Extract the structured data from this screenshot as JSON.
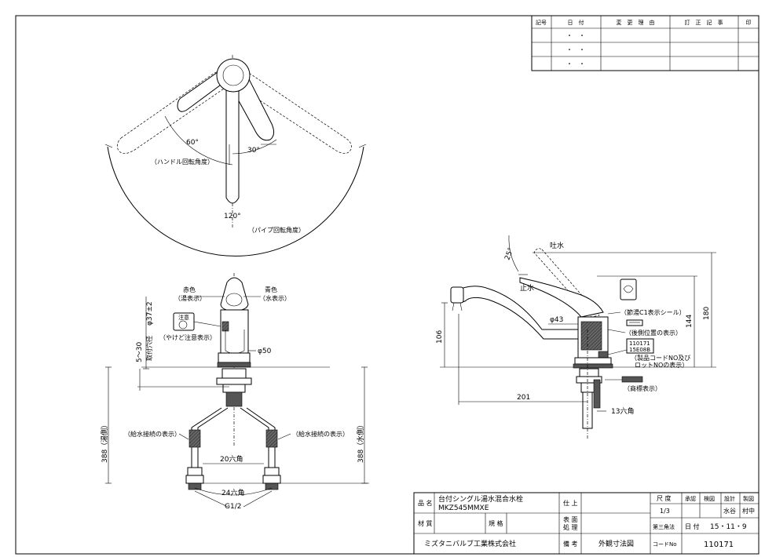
{
  "revision_table": {
    "headers": [
      "記号",
      "日　付",
      "変　更　理　由",
      "訂　正　記　事",
      "印"
    ],
    "rows": [
      [
        "",
        "・　・",
        "",
        "",
        ""
      ],
      [
        "",
        "・　・",
        "",
        "",
        ""
      ],
      [
        "",
        "・　・",
        "",
        "",
        ""
      ]
    ]
  },
  "top_view": {
    "angle_60": "60°",
    "angle_30": "30°",
    "angle_120": "120°",
    "handle_note": "（ハンドル回転角度）",
    "pipe_note": "（パイプ回転角度）"
  },
  "front_view": {
    "red_label": "赤色",
    "red_sub": "（湯表示）",
    "blue_label": "青色",
    "blue_sub": "（水表示）",
    "burn_badge": "注意",
    "burn_note": "（やけど注意表示）",
    "dim_d37": "φ37±2",
    "dim_5_30": "5～30",
    "dim_mount": "取付穴径",
    "dim_d50": "φ50",
    "dim_388_hot": "388（湯側）",
    "dim_388_cold": "388（水側）",
    "supply_left": "（給水接続の表示）",
    "supply_right": "（給水接続の表示）",
    "dim_20hex": "20六角",
    "dim_24hex": "24六角",
    "dim_g12": "G1/2"
  },
  "side_view": {
    "spout_label": "吐水",
    "stop_label": "止水",
    "angle_25": "25°",
    "dim_d43": "φ43",
    "dim_106": "106",
    "dim_144": "144",
    "dim_180": "180",
    "dim_201": "201",
    "dim_13hex": "13六角",
    "seal_note": "（節湯C1表示シール）",
    "rear_note": "（後側位置の表示）",
    "code_box_1": "110171",
    "code_box_2": "15E08B",
    "code_note_1": "（製品コードNO及び",
    "code_note_2": "ロットNOの表示）",
    "trademark_note": "（商標表示）"
  },
  "title_block": {
    "name_label": "品 名",
    "name_value_1": "台付シングル湯水混合水栓",
    "name_value_2": "MKZ545MMXE",
    "shiage_label": "仕 上",
    "material_label": "材 質",
    "spec_label": "規 格",
    "surface_label_1": "表 面",
    "surface_label_2": "処 理",
    "company": "ミズタニバルブ工業株式会社",
    "remarks_label": "備 考",
    "remarks_value": "外観寸法図",
    "scale_label": "尺 度",
    "scale_value": "1/3",
    "approve_label": "承認",
    "check_label": "検図",
    "design_label": "設計",
    "draw_label": "製図",
    "designer": "水谷",
    "drafter": "村中",
    "projection": "第三角法",
    "date_label": "日 付",
    "date_value": "15・11・9",
    "code_label": "コードNo",
    "code_value": "110171"
  }
}
